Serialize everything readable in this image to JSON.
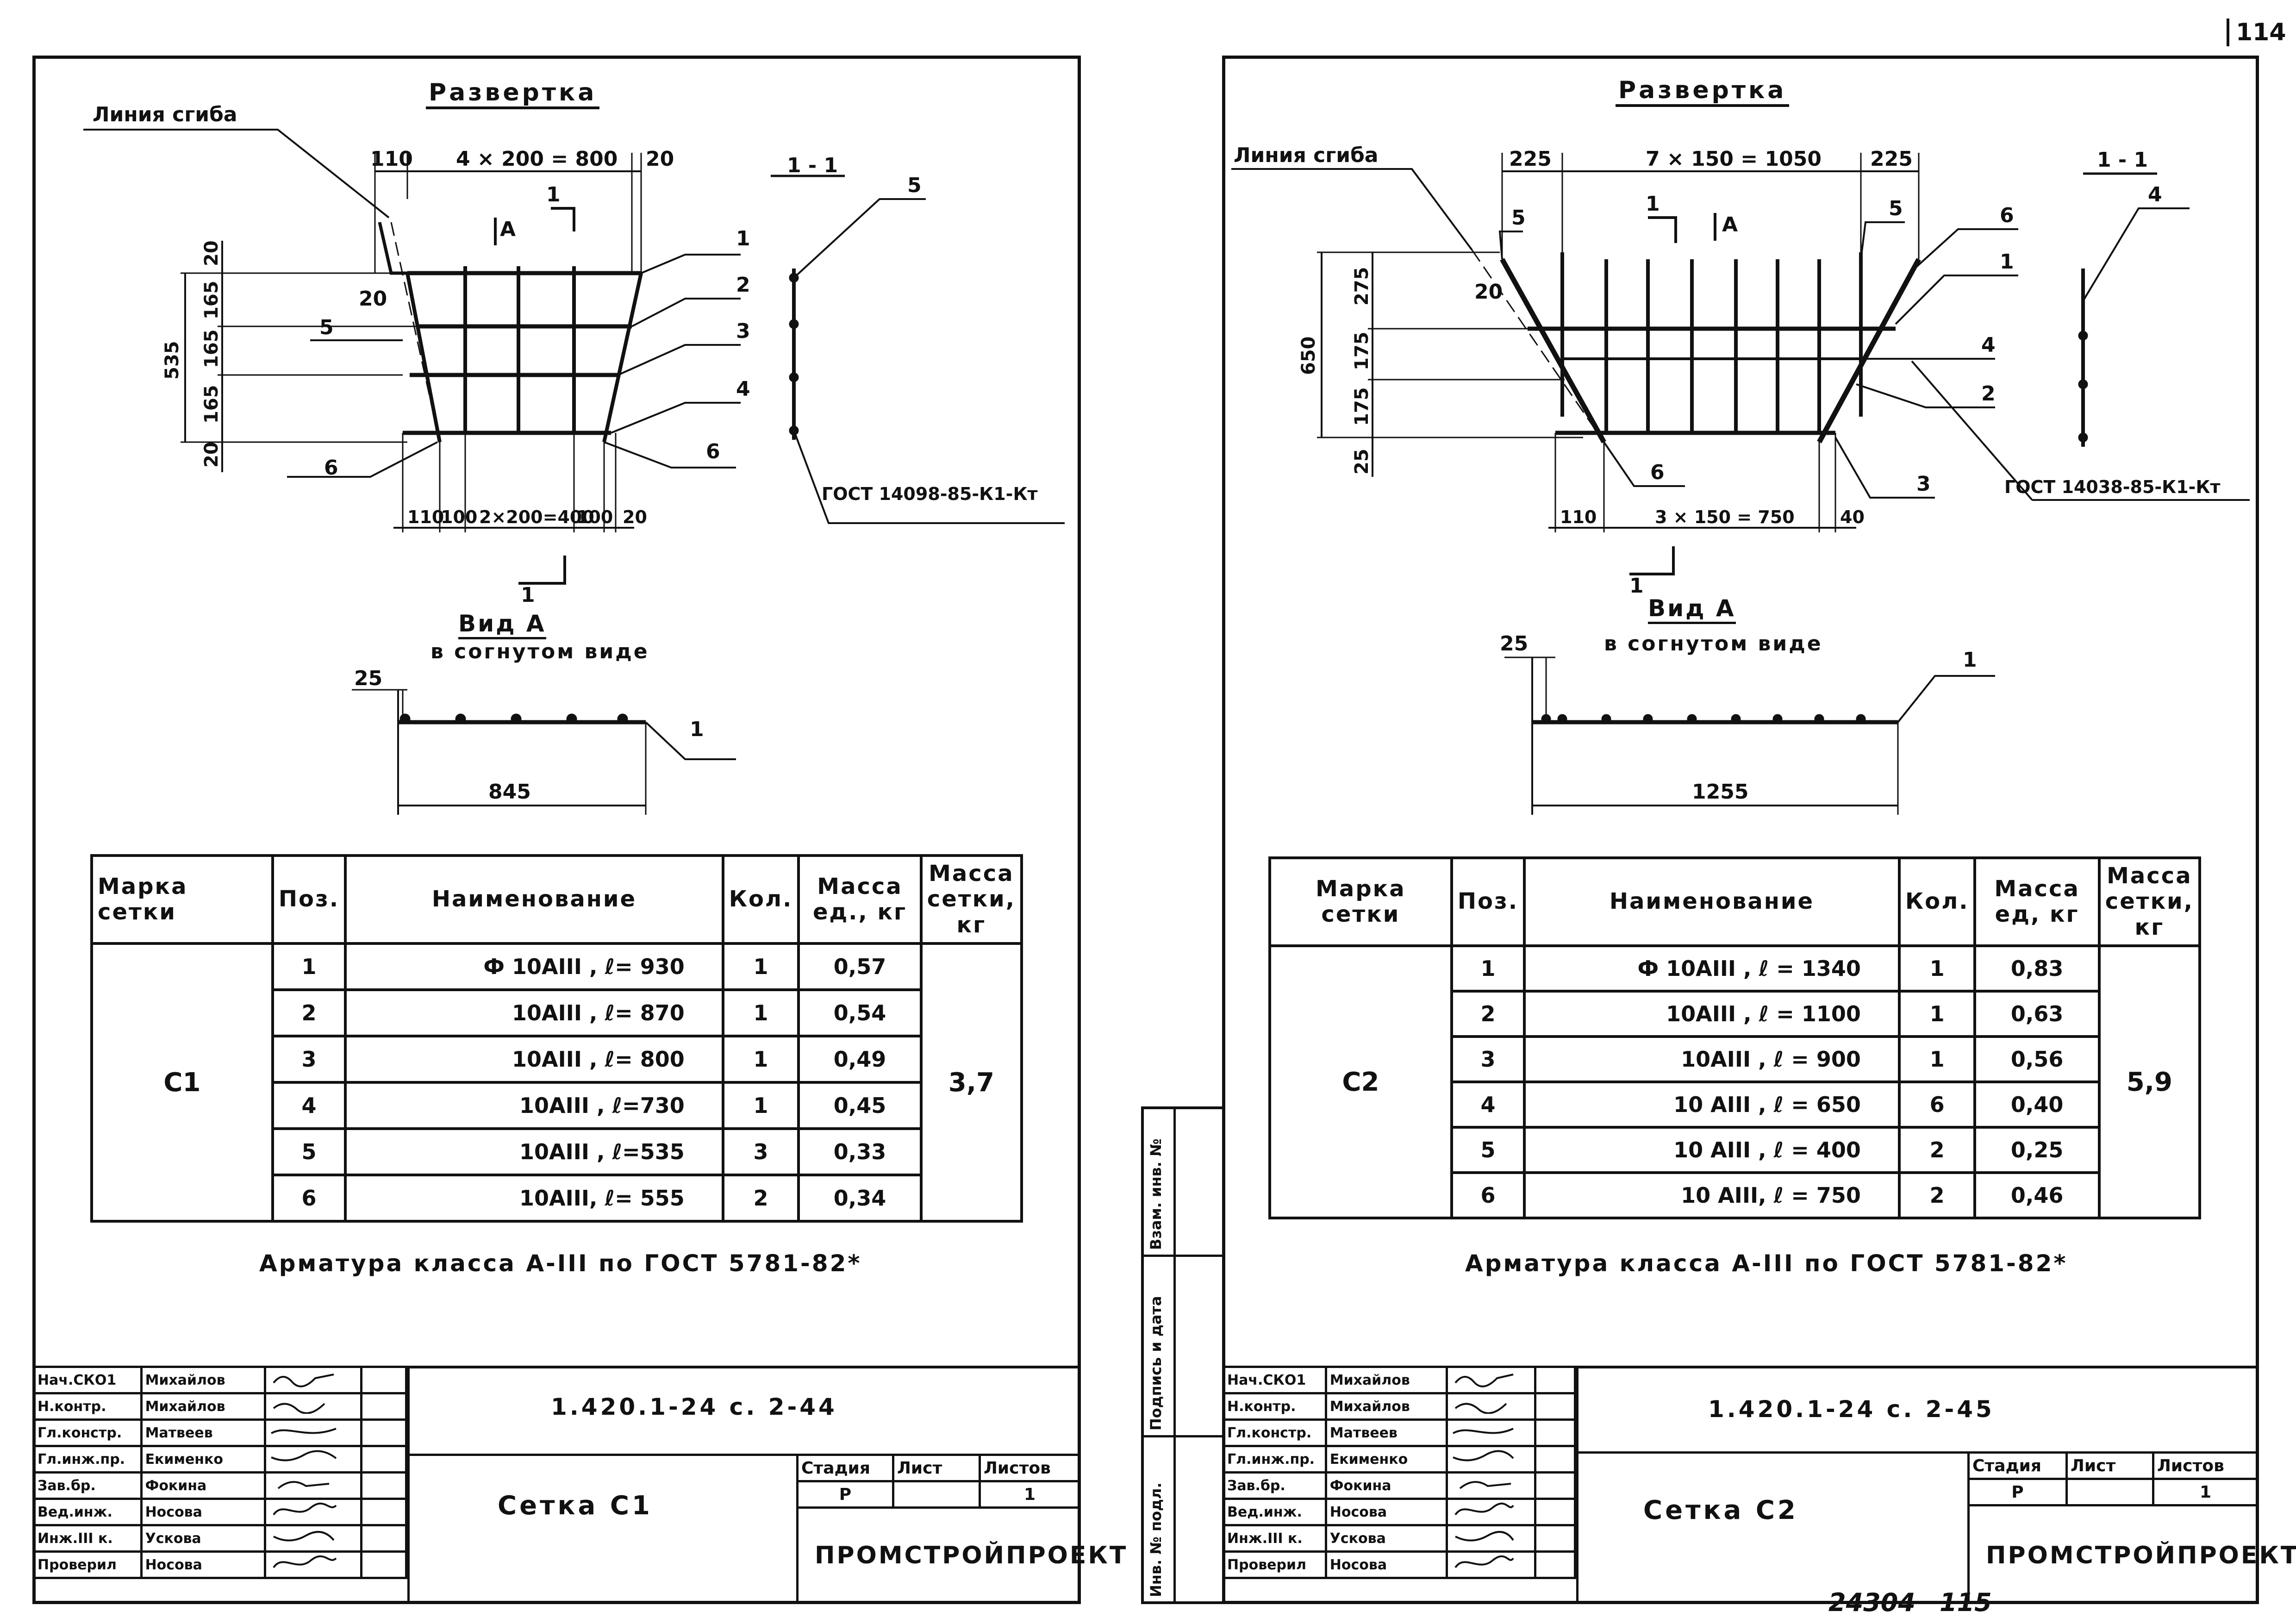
{
  "page_number": "114",
  "bottom_note": {
    "archive_no": "24304",
    "sheet_no": "115"
  },
  "left": {
    "title": "Развертка",
    "bend_line": "Линия сгиба",
    "section_label": "1 - 1",
    "gost_mesh": "ГОСТ 14098-85-К1-Кт",
    "dims": {
      "top_left": "110",
      "top_mid": "4 × 200 = 800",
      "top_right": "20",
      "height": "535",
      "row_top": "20",
      "row1": "165",
      "row2": "165",
      "row3": "165",
      "row_bottom": "20",
      "bend_offset": "20",
      "bot_1": "110",
      "bot_2": "100",
      "bot_3": "2×200=400",
      "bot_4": "100",
      "bot_5": "20"
    },
    "positions": [
      "1",
      "2",
      "3",
      "4",
      "5",
      "6",
      "5",
      "6"
    ],
    "view_a": {
      "title": "Вид А",
      "subtitle": "в согнутом виде",
      "dim_top": "25",
      "dim_length": "845",
      "pos": "1"
    },
    "cut_mark": "1",
    "view_mark": "А",
    "spec": {
      "headers": [
        "Марка сетки",
        "Поз.",
        "Наименование",
        "Кол.",
        "Масса ед., кг",
        "Масса сетки, кг"
      ],
      "mark": "С1",
      "rows": [
        {
          "pos": "1",
          "name": "Ф 10АIII ,   ℓ= 930",
          "qty": "1",
          "mass": "0,57"
        },
        {
          "pos": "2",
          "name": "10АIII ,   ℓ= 870",
          "qty": "1",
          "mass": "0,54"
        },
        {
          "pos": "3",
          "name": "10АIII ,   ℓ= 800",
          "qty": "1",
          "mass": "0,49"
        },
        {
          "pos": "4",
          "name": "10АIII ,   ℓ=730",
          "qty": "1",
          "mass": "0,45"
        },
        {
          "pos": "5",
          "name": "10АIII ,   ℓ=535",
          "qty": "3",
          "mass": "0,33"
        },
        {
          "pos": "6",
          "name": "10АIII,   ℓ= 555",
          "qty": "2",
          "mass": "0,34"
        }
      ],
      "total": "3,7"
    },
    "note": "Арматура класса А-III по ГОСТ 5781-82*",
    "stamp": {
      "roles": [
        "Нач.СКО1",
        "Н.контр.",
        "Гл.констр.",
        "Гл.инж.пр.",
        "Зав.бр.",
        "Вед.инж.",
        "Инж.III к.",
        "Проверил"
      ],
      "names": [
        "Михайлов",
        "Михайлов",
        "Матвеев",
        "Екименко",
        "Фокина",
        "Носова",
        "Ускова",
        "Носова"
      ],
      "code": "1.420.1-24 с. 2-44",
      "sheet_name": "Сетка С1",
      "stage_h": "Стадия",
      "sheet_h": "Лист",
      "sheets_h": "Листов",
      "stage": "Р",
      "sheet": "",
      "sheets": "1",
      "org": "ПРОМСТРОЙПРОЕКТ"
    }
  },
  "right": {
    "title": "Развертка",
    "bend_line": "Линия сгиба",
    "section_label": "1 - 1",
    "gost_mesh": "ГОСТ 14038-85-К1-Кт",
    "dims": {
      "top_left": "225",
      "top_mid": "7 × 150 = 1050",
      "top_right": "225",
      "height": "650",
      "row1": "275",
      "row2": "175",
      "row3": "175",
      "row_bottom": "25",
      "bend_offset": "20",
      "bot_1": "110",
      "bot_2": "3 × 150 = 750",
      "bot_3": "40"
    },
    "positions": [
      "5",
      "5",
      "6",
      "1",
      "4",
      "2",
      "6",
      "3"
    ],
    "view_a": {
      "title": "Вид А",
      "subtitle": "в согнутом виде",
      "dim_top": "25",
      "dim_length": "1255",
      "pos": "1"
    },
    "cut_mark": "1",
    "view_mark": "А",
    "spec": {
      "headers": [
        "Марка сетки",
        "Поз.",
        "Наименование",
        "Кол.",
        "Масса ед, кг",
        "Масса сетки, кг"
      ],
      "mark": "С2",
      "rows": [
        {
          "pos": "1",
          "name": "Ф 10АIII ,   ℓ = 1340",
          "qty": "1",
          "mass": "0,83"
        },
        {
          "pos": "2",
          "name": "10АIII ,   ℓ = 1100",
          "qty": "1",
          "mass": "0,63"
        },
        {
          "pos": "3",
          "name": "10АIII ,   ℓ = 900",
          "qty": "1",
          "mass": "0,56"
        },
        {
          "pos": "4",
          "name": "10 АIII ,   ℓ = 650",
          "qty": "6",
          "mass": "0,40"
        },
        {
          "pos": "5",
          "name": "10 АIII ,   ℓ = 400",
          "qty": "2",
          "mass": "0,25"
        },
        {
          "pos": "6",
          "name": "10 АIII,   ℓ = 750",
          "qty": "2",
          "mass": "0,46"
        }
      ],
      "total": "5,9"
    },
    "note": "Арматура класса А-III по ГОСТ 5781-82*",
    "side_labels": [
      "Взам. инв. №",
      "Подпись и дата",
      "Инв. № подл."
    ],
    "stamp": {
      "roles": [
        "Нач.СКО1",
        "Н.контр.",
        "Гл.констр.",
        "Гл.инж.пр.",
        "Зав.бр.",
        "Вед.инж.",
        "Инж.III к.",
        "Проверил"
      ],
      "names": [
        "Михайлов",
        "Михайлов",
        "Матвеев",
        "Екименко",
        "Фокина",
        "Носова",
        "Ускова",
        "Носова"
      ],
      "code": "1.420.1-24 с. 2-45",
      "sheet_name": "Сетка С2",
      "stage_h": "Стадия",
      "sheet_h": "Лист",
      "sheets_h": "Листов",
      "stage": "Р",
      "sheet": "",
      "sheets": "1",
      "org": "ПРОМСТРОЙПРОЕКТ"
    }
  }
}
